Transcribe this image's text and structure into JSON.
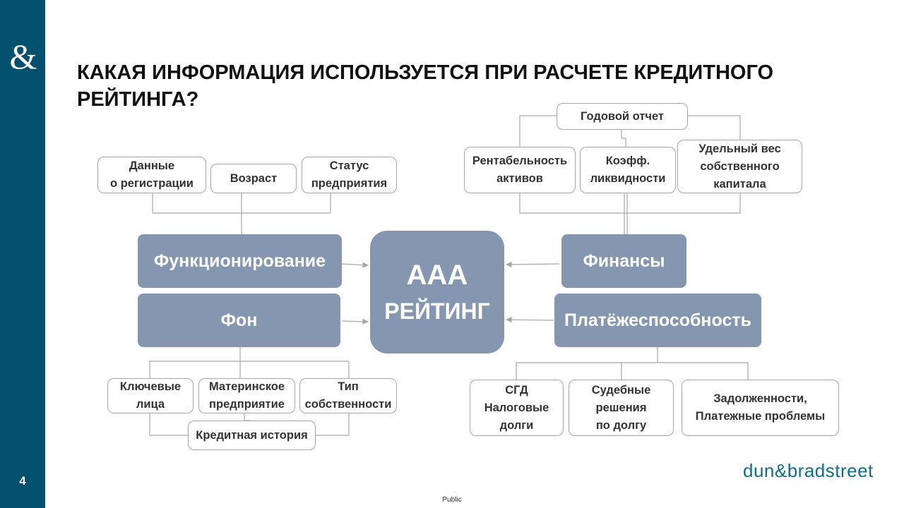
{
  "slide": {
    "page_number": "4",
    "title": "КАКАЯ ИНФОРМАЦИЯ ИСПОЛЬЗУЕТСЯ ПРИ РАСЧЕТЕ КРЕДИТНОГО РЕЙТИНГА?",
    "footer_label": "Public",
    "brand_logo_text": "dun&bradstreet",
    "side_logo_glyph": "&"
  },
  "center": {
    "line1": "AAA",
    "line2": "РЕЙТИНГ"
  },
  "categories": {
    "functioning": "Функционирование",
    "background": "Фон",
    "finances": "Финансы",
    "solvency": "Платёжеспособность"
  },
  "functioning_items": {
    "registration": "Данные\nо регистрации",
    "age": "Возраст",
    "status": "Статус\nпредприятия"
  },
  "background_items": {
    "key_persons": "Ключевые\nлица",
    "parent": "Материнское\nпредприятие",
    "ownership": "Тип\nсобственности",
    "credit_history": "Кредитная история"
  },
  "finance_items": {
    "annual_report": "Годовой отчет",
    "roa": "Рентабельность\nактивов",
    "liquidity": "Коэфф.\nликвидности",
    "equity_ratio": "Удельный вес\nсобственного\nкапитала"
  },
  "solvency_items": {
    "sgd": "СГД\nНалоговые\nдолги",
    "court": "Судебные\nрешения\nпо долгу",
    "debts": "Задолженности,\nПлатежные проблемы"
  },
  "colors": {
    "sidebar": "#034f6e",
    "category_fill": "#8496b0",
    "connector": "#a6a6a6",
    "brand": "#0f6e8a"
  }
}
